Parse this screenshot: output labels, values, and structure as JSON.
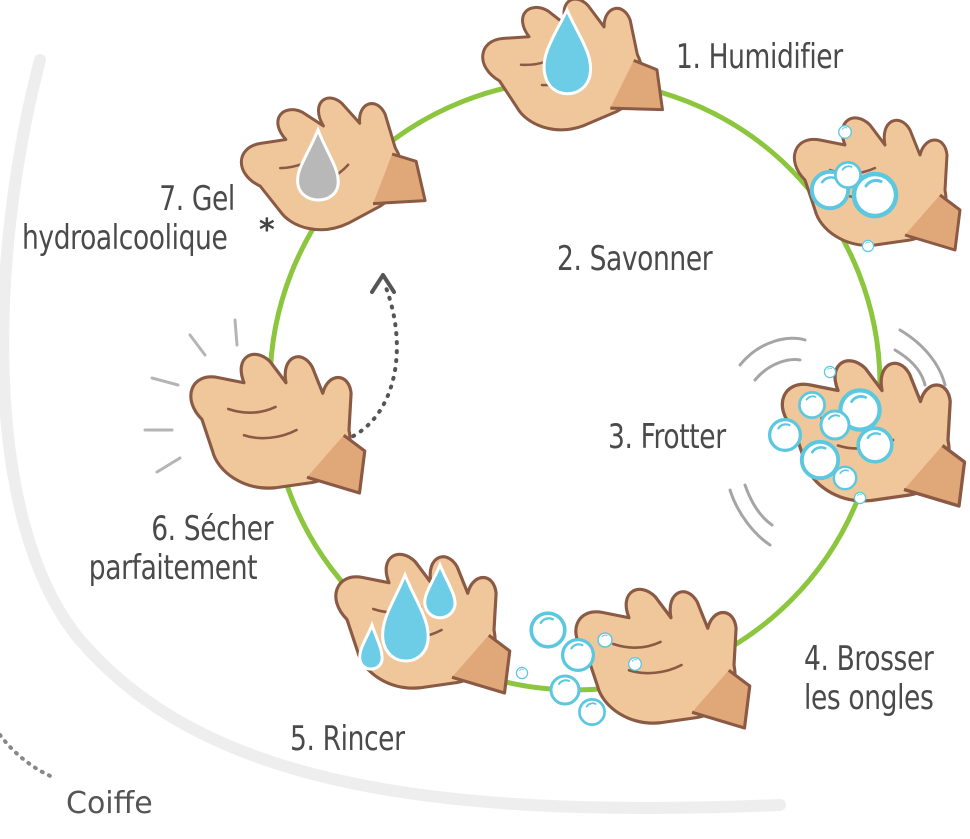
{
  "steps": [
    {
      "id": 1,
      "label": "1. Humidifier"
    },
    {
      "id": 2,
      "label": "2. Savonner"
    },
    {
      "id": 3,
      "label": "3. Frotter"
    },
    {
      "id": 4,
      "label_line1": "4. Brosser",
      "label_line2": "les ongles"
    },
    {
      "id": 5,
      "label": "5. Rincer"
    },
    {
      "id": 6,
      "label_line1": "6. Sécher",
      "label_line2": "parfaitement"
    },
    {
      "id": 7,
      "label_line1": "7. Gel",
      "label_line2": "hydroalcoolique",
      "marker": "*"
    }
  ],
  "footer": {
    "label": "Coiffe"
  },
  "colors": {
    "cycle": "#8cc63f",
    "skin": "#f0c79a",
    "skin_dark": "#e0a779",
    "outline": "#8a5a44",
    "water": "#6dcde6",
    "bubble": "#5bc8e0",
    "gel": "#b8b8b8",
    "text": "#4a4a4a",
    "motion": "#a5a5a5"
  },
  "icons": [
    "water-drop-icon",
    "soap-bubbles-icon",
    "motion-lines-icon",
    "gel-drop-icon",
    "asterisk-icon",
    "dotted-arrow-icon"
  ]
}
